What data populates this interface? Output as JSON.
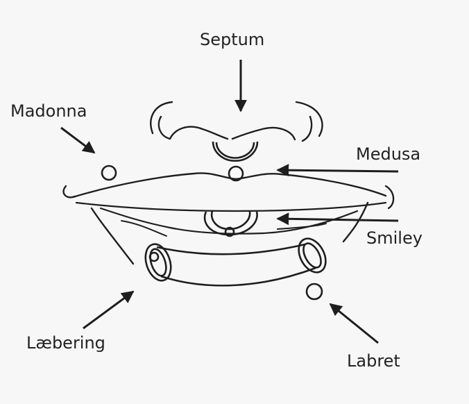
{
  "labels": {
    "septum": "Septum",
    "madonna": "Madonna",
    "medusa": "Medusa",
    "smiley": "Smiley",
    "laebering": "Læbering",
    "labret": "Labret"
  },
  "colors": {
    "ink": "#1e1e1e",
    "background": "#f7f7f7"
  }
}
